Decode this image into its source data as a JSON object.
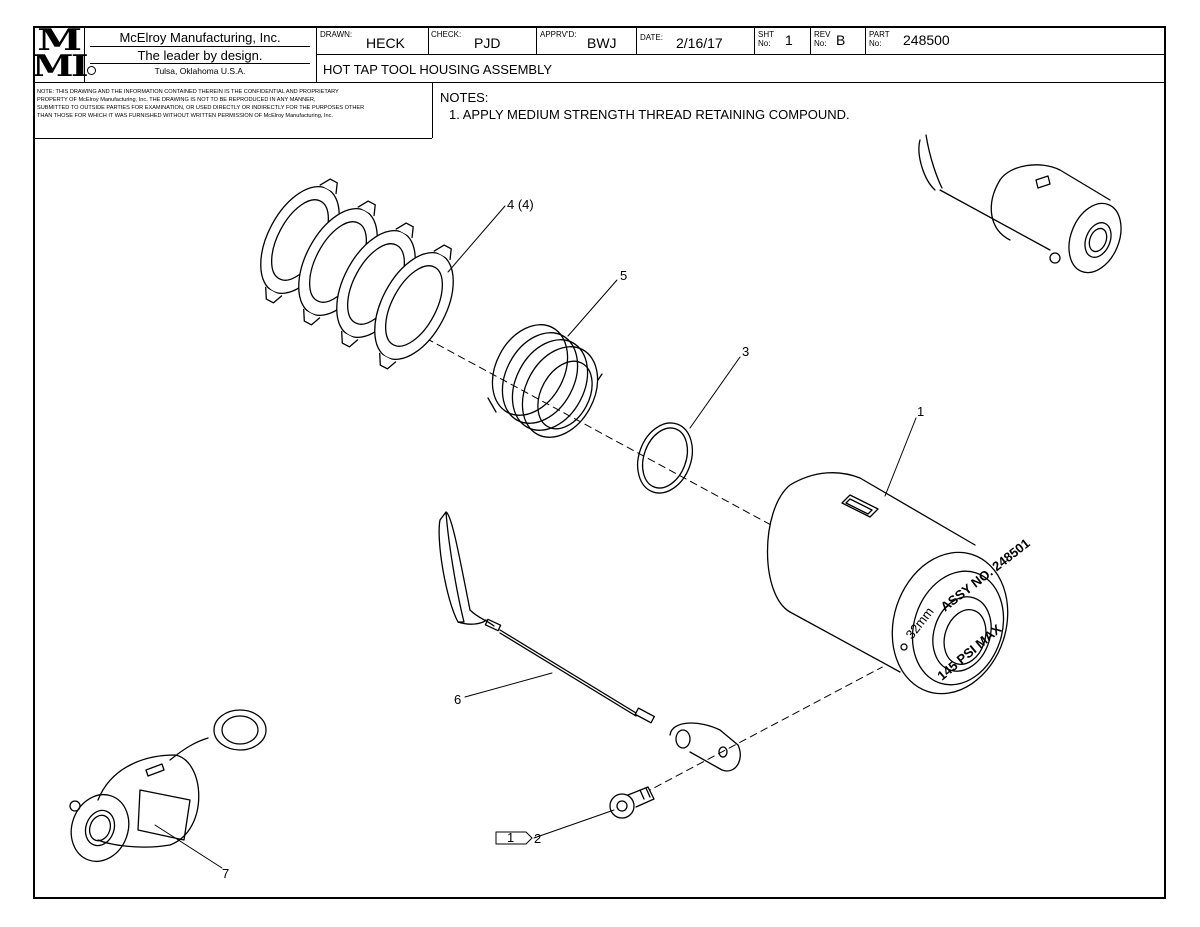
{
  "title_block": {
    "logo_top": "M",
    "logo_bottom": "MI",
    "company": "McElroy Manufacturing, Inc.",
    "tagline": "The leader by design.",
    "location": "Tulsa, Oklahoma U.S.A.",
    "drawn_label": "DRAWN:",
    "drawn_value": "HECK",
    "check_label": "CHECK:",
    "check_value": "PJD",
    "apprvd_label": "APPRV'D:",
    "apprvd_value": "BWJ",
    "date_label": "DATE:",
    "date_value": "2/16/17",
    "sht_label_1": "SHT",
    "sht_label_2": "No:",
    "sht_value": "1",
    "rev_label_1": "REV",
    "rev_label_2": "No:",
    "rev_value": "B",
    "part_label_1": "PART",
    "part_label_2": "No:",
    "part_value": "248500",
    "drawing_title": "HOT TAP TOOL HOUSING ASSEMBLY"
  },
  "notice": {
    "line1": "NOTE: THIS DRAWING AND THE INFORMATION CONTAINED THEREIN IS THE CONFIDENTIAL AND PROPRIETARY",
    "line2": "PROPERTY OF McElroy Manufacturing, Inc. THE DRAWING IS NOT TO BE REPRODUCED IN ANY MANNER,",
    "line3": "SUBMITTED TO OUTSIDE PARTIES FOR EXAMINATION, OR USED DIRECTLY OR INDIRECTLY FOR THE PURPOSES OTHER",
    "line4": "THAN THOSE FOR WHICH IT WAS FURNISHED WITHOUT WRITTEN PERMISSION OF McElroy Manufacturing, Inc."
  },
  "notes": {
    "title": "NOTES:",
    "items": [
      "1. APPLY MEDIUM STRENGTH THREAD RETAINING COMPOUND."
    ]
  },
  "callouts": {
    "c1": "1",
    "c2": "2",
    "c3": "3",
    "c4": "4 (4)",
    "c5": "5",
    "c6": "6",
    "c7": "7",
    "flag": "1"
  },
  "housing_engraving": {
    "assy": "ASSY NO. 248501",
    "size": "32mm",
    "pressure": "145 PSI MAX"
  }
}
